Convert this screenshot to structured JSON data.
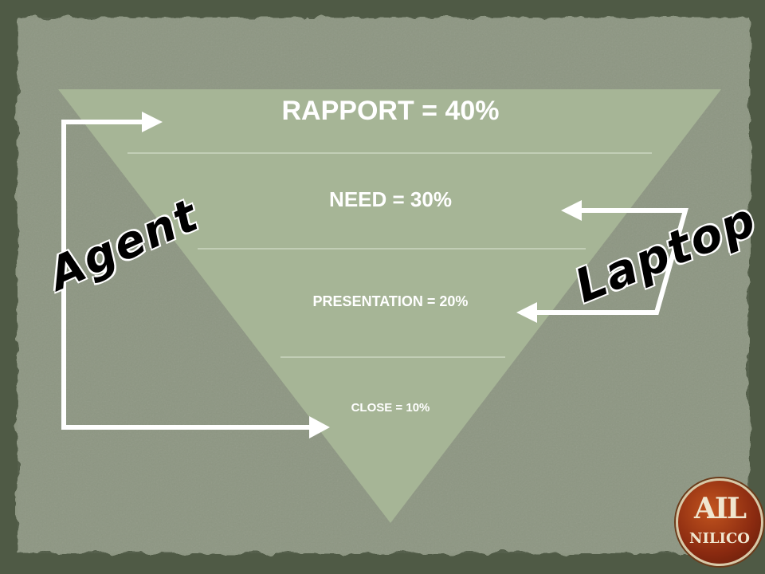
{
  "funnel": {
    "stages": [
      {
        "label": "RAPPORT = 40%",
        "value": 40
      },
      {
        "label": "NEED = 30%",
        "value": 30
      },
      {
        "label": "PRESENTATION = 20%",
        "value": 20
      },
      {
        "label": "CLOSE = 10%",
        "value": 10
      }
    ]
  },
  "annotations": {
    "agent": "Agent",
    "laptop": "Laptop"
  },
  "logo": {
    "top": "AIL",
    "bottom": "NILICO"
  },
  "colors": {
    "background_outer": "#4f5a45",
    "panel": "#8d9682",
    "funnel_fill": "#a6b596",
    "arrow": "#ffffff",
    "divider": "#dfe6d6"
  }
}
